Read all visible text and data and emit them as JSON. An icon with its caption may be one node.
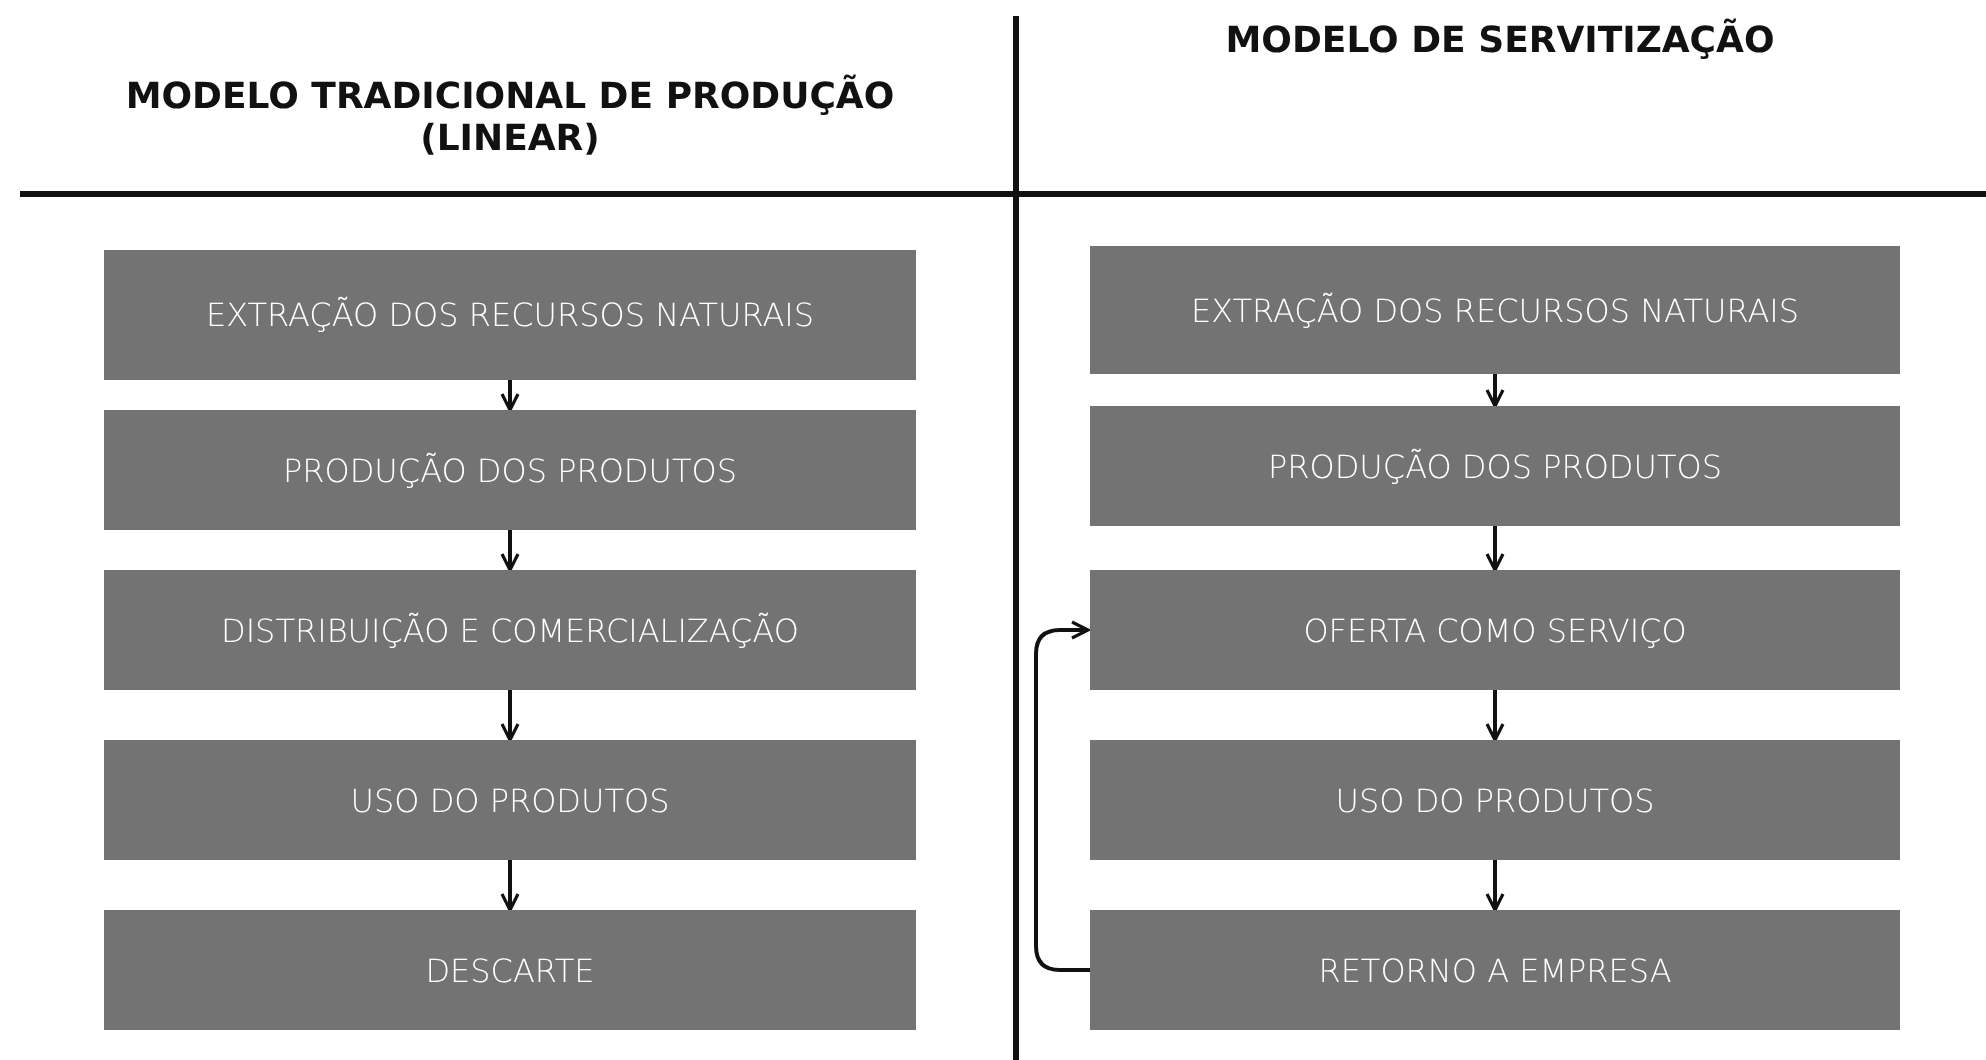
{
  "diagram": {
    "nodes": [
      {
        "text": [
          "EXTRAÇÃO DOS RECURSOS NATURAIS"
        ]
      },
      {
        "text": [
          "PRODUÇÃO DOS PRODUTOS"
        ]
      },
      {
        "text": [
          "DISTRIBUIÇÃO E COMERCIALIZAÇÃO"
        ]
      },
      {
        "text": [
          "USO DO PRODUTOS"
        ]
      },
      {
        "text": [
          "DESCARTE"
        ]
      },
      {
        "text": [
          "EXTRAÇÃO DOS RECURSOS NATURAIS"
        ]
      },
      {
        "text": [
          "PRODUÇÃO DOS PRODUTOS"
        ]
      },
      {
        "text": [
          "OFERTA COMO SERVIÇO"
        ]
      },
      {
        "text": [
          "USO DO PRODUTOS"
        ]
      },
      {
        "text": [
          "RETORNO A EMPRESA"
        ]
      }
    ],
    "edges": [
      {
        "from": 0,
        "to": 1,
        "arrow": "to"
      },
      {
        "from": 1,
        "to": 2,
        "arrow": "to"
      },
      {
        "from": 2,
        "to": 3,
        "arrow": "to"
      },
      {
        "from": 3,
        "to": 4,
        "arrow": "to"
      },
      {
        "from": 5,
        "to": 6,
        "arrow": "to"
      },
      {
        "from": 6,
        "to": 7,
        "arrow": "to"
      },
      {
        "from": 7,
        "to": 8,
        "arrow": "to"
      },
      {
        "from": 8,
        "to": 9,
        "arrow": "to"
      },
      {
        "from": 9,
        "to": 7,
        "arrow": "to"
      }
    ],
    "labels": [
      "MODELO TRADICIONAL DE PRODUÇÃO (LINEAR)",
      "MODELO DE SERVITIZAÇÃO"
    ]
  }
}
